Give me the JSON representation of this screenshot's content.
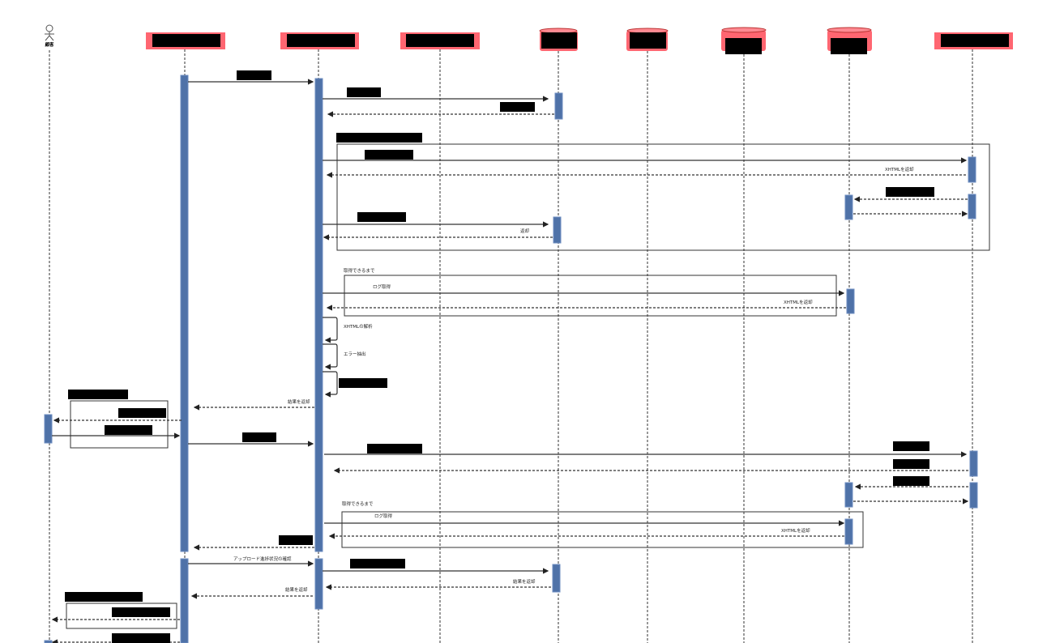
{
  "actor": {
    "name": "顧客"
  },
  "labels": {
    "return_xhtml": "XHTMLを返却",
    "return": "返却",
    "until_acquired": "取得できるまで",
    "get_log": "ログ取得",
    "parse_xhtml": "XHTMLの解析",
    "extract_errors": "エラー抽出",
    "return_result": "結果を返却",
    "check_upload_progress": "アップロード進捗状況の確認"
  },
  "colors": {
    "header": "#ff6671",
    "activation": "#4f72a8"
  }
}
